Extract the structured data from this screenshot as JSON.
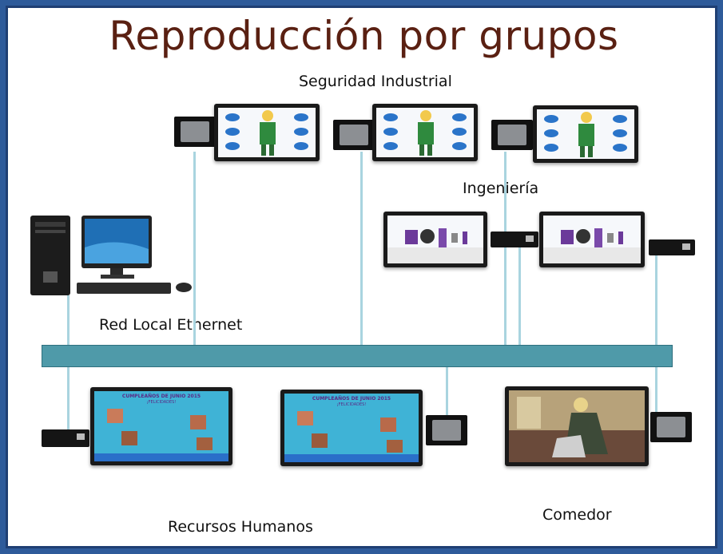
{
  "diagram": {
    "title": "Reproducción por grupos",
    "groups": {
      "seguridad": "Seguridad Industrial",
      "ingenieria": "Ingeniería",
      "red": "Red Local Ethernet",
      "rrhh": "Recursos Humanos",
      "comedor": "Comedor"
    },
    "screen_text": {
      "cumple_title": "CUMPLEAÑOS DE JUNIO 2015",
      "cumple_sub": "¡FELICIDADES!"
    },
    "colors": {
      "title": "#5a2012",
      "bus": "#4f9aa9",
      "link": "#a9d4df",
      "frame": "#2e5b9a",
      "hr_screen": "#3fb3d6"
    }
  }
}
